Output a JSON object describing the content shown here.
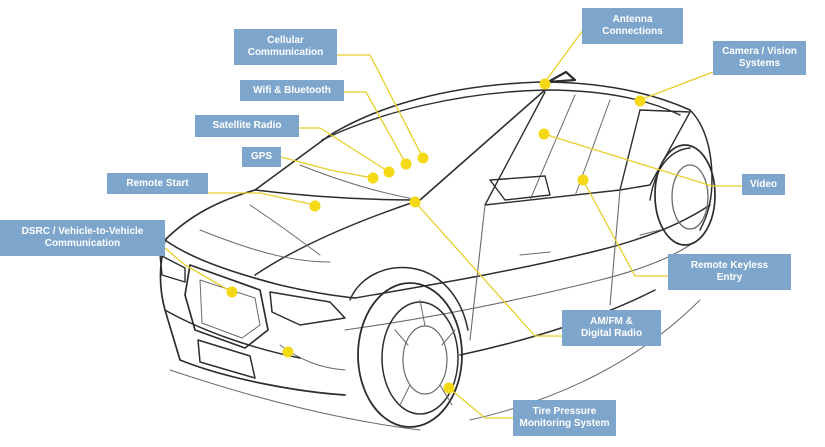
{
  "diagram": {
    "labels": {
      "antenna": "Antenna\nConnections",
      "cellular": "Cellular\nCommunication",
      "camera": "Camera / Vision\nSystems",
      "wifi": "Wifi & Bluetooth",
      "satellite": "Satellite Radio",
      "gps": "GPS",
      "remote_start": "Remote Start",
      "video": "Video",
      "dsrc": "DSRC / Vehicle-to-Vehicle\nCommunication",
      "keyless": "Remote Keyless\nEntry",
      "amfm": "AM/FM &\nDigital Radio",
      "tpms": "Tire Pressure\nMonitoring System"
    },
    "colors": {
      "label_bg": "#7ea6cd",
      "label_text": "#ffffff",
      "leader": "#e6cf2a",
      "dot": "#f5d917",
      "sketch": "#2d2d2d"
    }
  }
}
